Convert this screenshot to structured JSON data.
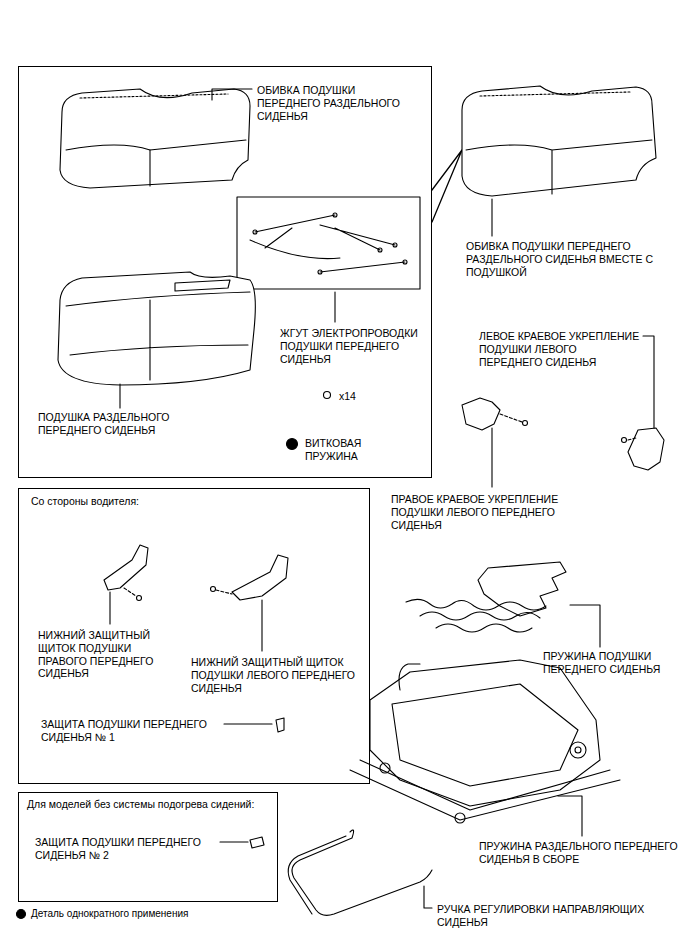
{
  "diagram": {
    "nodes": [
      {
        "text": [
          "ОБИВКА ПОДУШКИ ПЕРЕДНЕГО РАЗДЕЛЬНОГО СИДЕНЬЯ",
          "ПОДУШКА РАЗДЕЛЬНОГО ПЕРЕДНЕГО СИДЕНЬЯ",
          "ЖГУТ ЭЛЕКТРОПРОВОДКИ ПОДУШКИ ПЕРЕДНЕГО СИДЕНЬЯ",
          "x14",
          "ВИТКОВАЯ ПРУЖИНА"
        ]
      },
      {
        "text": [
          "Со стороны водителя:",
          "НИЖНИЙ ЗАЩИТНЫЙ ЩИТОК ПОДУШКИ ПРАВОГО ПЕРЕДНЕГО СИДЕНЬЯ",
          "НИЖНИЙ ЗАЩИТНЫЙ ЩИТОК ПОДУШКИ ЛЕВОГО ПЕРЕДНЕГО СИДЕНЬЯ",
          "ЗАЩИТА ПОДУШКИ ПЕРЕДНЕГО СИДЕНЬЯ № 1"
        ]
      },
      {
        "text": [
          "Для моделей без системы подогрева сидений:",
          "ЗАЩИТА ПОДУШКИ ПЕРЕДНЕГО СИДЕНЬЯ № 2"
        ]
      }
    ],
    "labels": [
      "ОБИВКА ПОДУШКИ ПЕРЕДНЕГО РАЗДЕЛЬНОГО СИДЕНЬЯ ВМЕСТЕ С ПОДУШКОЙ",
      "ЛЕВОЕ КРАЕВОЕ УКРЕПЛЕНИЕ ПОДУШКИ ЛЕВОГО ПЕРЕДНЕГО СИДЕНЬЯ",
      "ПРАВОЕ КРАЕВОЕ УКРЕПЛЕНИЕ ПОДУШКИ ЛЕВОГО ПЕРЕДНЕГО СИДЕНЬЯ",
      "ПРУЖИНА ПОДУШКИ ПЕРЕДНЕГО СИДЕНЬЯ",
      "ПРУЖИНА РАЗДЕЛЬНОГО ПЕРЕДНЕГО СИДЕНЬЯ В СБОРЕ",
      "РУЧКА РЕГУЛИРОВКИ НАПРАВЛЯЮЩИХ СИДЕНЬЯ"
    ],
    "legend": [
      {
        "text": "Деталь однократного применения"
      }
    ]
  }
}
